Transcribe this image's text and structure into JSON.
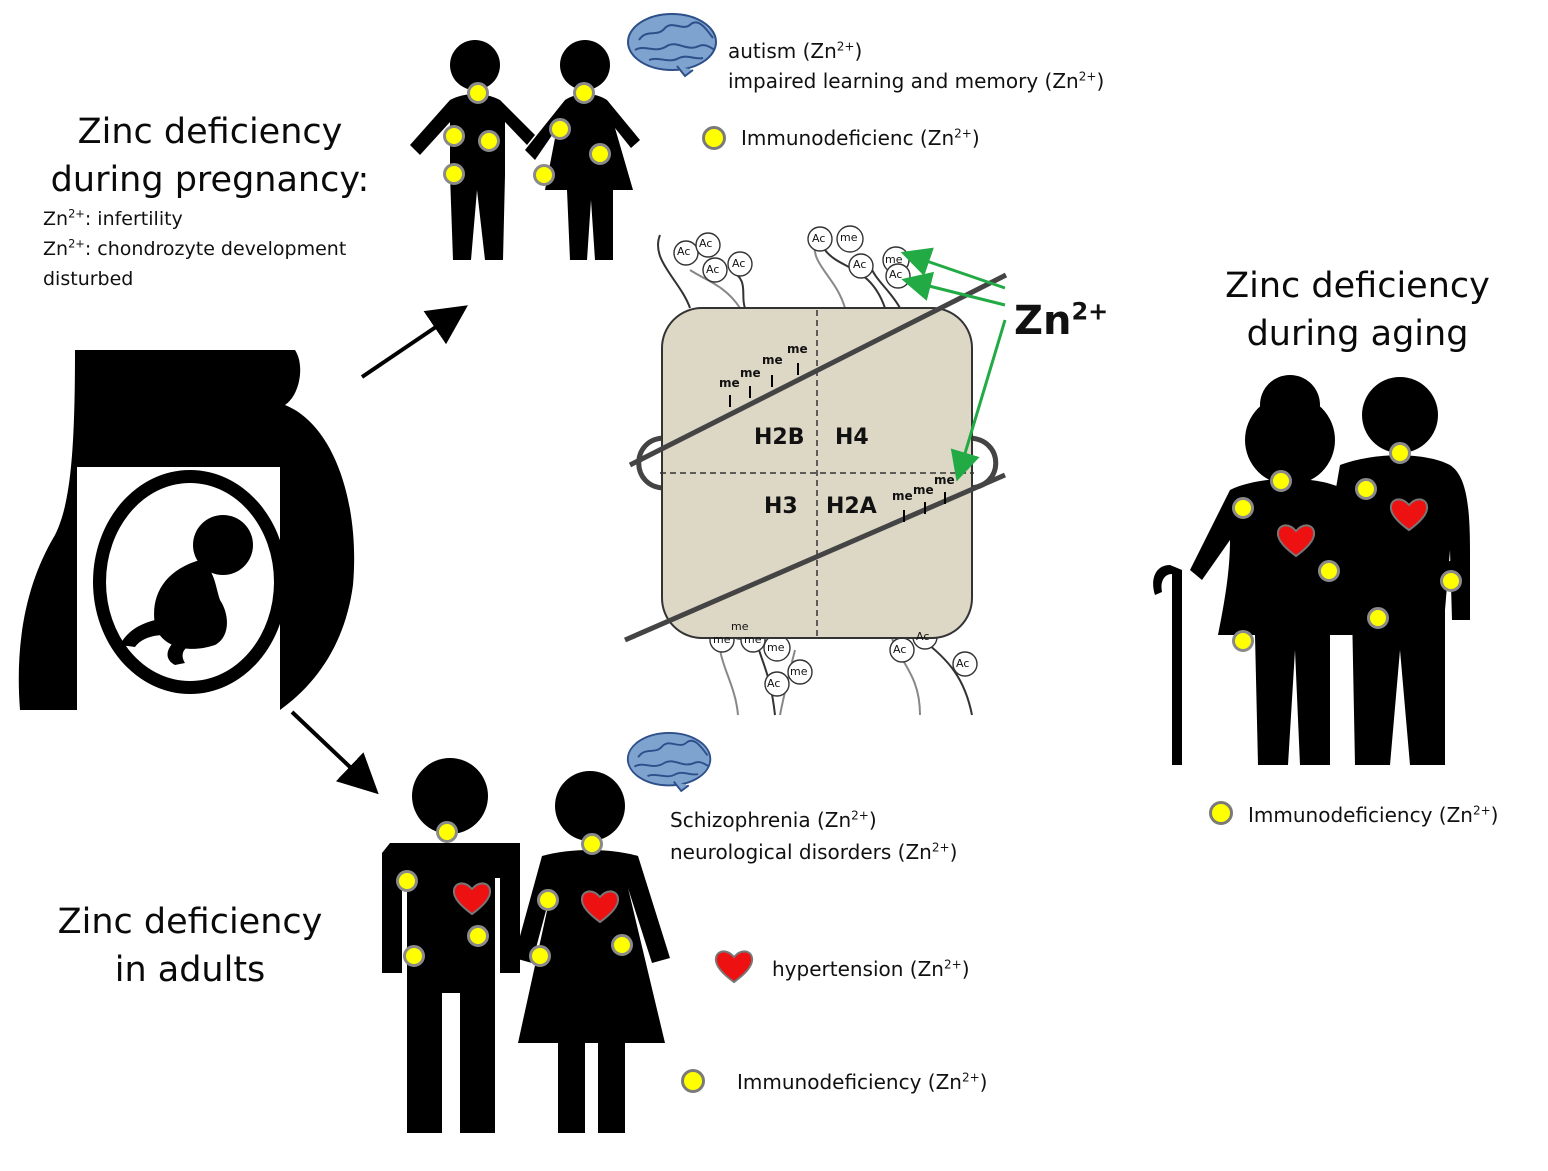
{
  "pregnancy": {
    "title_line1": "Zinc deficiency",
    "title_line2": "during pregnancy:",
    "note1_sym": "Zn",
    "note1_sup": "2+",
    "note1_text": ": infertility",
    "note2_sym": "Zn",
    "note2_sup": "2+",
    "note2_text": ": chondrozyte development",
    "note3_text": "disturbed"
  },
  "children": {
    "item1": "autism (Zn",
    "item2": "impaired learning and memory (Zn",
    "item3": "Immunodeficienc (Zn",
    "sup": "2+",
    "close": ")"
  },
  "aging": {
    "title_line1": "Zinc deficiency",
    "title_line2": "during aging",
    "item1": "Immunodeficiency  (Zn",
    "sup": "2+",
    "close": ")"
  },
  "adults": {
    "title_line1": "Zinc deficiency",
    "title_line2": "in adults",
    "item1": "Schizophrenia  (Zn",
    "item2": "neurological disorders (Zn",
    "item3": "hypertension (Zn",
    "item4": "Immunodeficiency  (Zn",
    "sup": "2+",
    "close": ")"
  },
  "nucleosome": {
    "zn_label": "Zn",
    "zn_sup": "2+",
    "h2b": "H2B",
    "h4": "H4",
    "h3": "H3",
    "h2a": "H2A",
    "me": "me",
    "ac": "Ac"
  },
  "colors": {
    "dot": "#ffff00",
    "heart": "#ee1111",
    "arrow_green": "#22aa44",
    "histone_fill": "#ddd7c6"
  }
}
